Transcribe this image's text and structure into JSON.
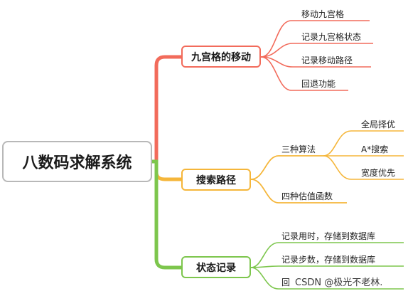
{
  "root": {
    "label": "八数码求解系统"
  },
  "branches": [
    {
      "label": "九宫格的移动",
      "color": "#f26b5b",
      "children": [
        "移动九宫格",
        "记录九宫格状态",
        "记录移动路径",
        "回退功能"
      ]
    },
    {
      "label": "搜索路径",
      "color": "#f5b63a",
      "children": [
        {
          "label": "三种算法",
          "children": [
            "全局择优",
            "A*搜索",
            "宽度优先"
          ]
        },
        {
          "label": "四种估值函数"
        }
      ]
    },
    {
      "label": "状态记录",
      "color": "#7dc64d",
      "children": [
        "记录用时，存储到数据库",
        "记录步数，存储到数据库",
        "回"
      ]
    }
  ],
  "watermark": "CSDN @极光不老林."
}
